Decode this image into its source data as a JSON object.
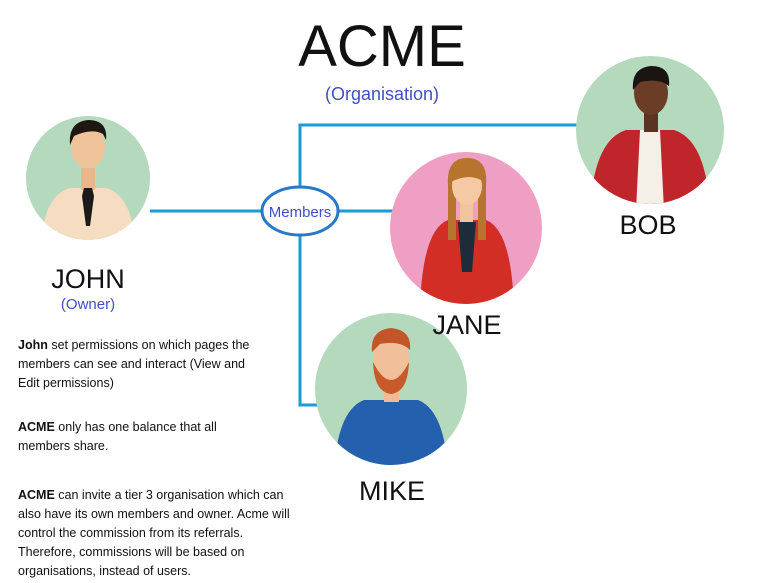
{
  "organisation": {
    "name": "ACME",
    "subtitle": "(Organisation)"
  },
  "hub_label": "Members",
  "people": {
    "john": {
      "name": "JOHN",
      "role": "(Owner)"
    },
    "bob": {
      "name": "BOB"
    },
    "jane": {
      "name": "JANE"
    },
    "mike": {
      "name": "MIKE"
    }
  },
  "notes": [
    {
      "bold": "John",
      "text": " set permissions on which pages the members can see and interact (View and Edit permissions)"
    },
    {
      "bold": "ACME",
      "text": " only has one balance that all members share."
    },
    {
      "bold": "ACME",
      "text": " can invite a tier 3 organisation which can also have its own members and owner. Acme will control the commission from its referrals. Therefore, commissions will be based on organisations, instead of users."
    }
  ],
  "colors": {
    "connector": "#1b9ad6",
    "hub_border": "#2a78c8",
    "avatar_green": "#b4d9bd",
    "avatar_pink": "#ee9fc3",
    "accent_text": "#3f4fc4"
  }
}
